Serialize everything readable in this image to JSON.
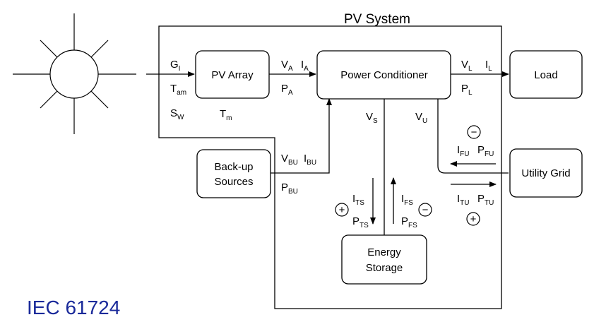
{
  "system_title": "PV System",
  "standard_label": "IEC 61724",
  "colors": {
    "standard_label": "#1a2a9a",
    "line": "#000000"
  },
  "blocks": {
    "pv_array": "PV Array",
    "power_conditioner": "Power Conditioner",
    "load": "Load",
    "utility_grid": "Utility Grid",
    "backup": [
      "Back-up",
      "Sources"
    ],
    "storage": [
      "Energy",
      "Storage"
    ]
  },
  "signals": {
    "g_i": [
      "G",
      "I"
    ],
    "t_am": [
      "T",
      "am"
    ],
    "s_w": [
      "S",
      "W"
    ],
    "t_m": [
      "T",
      "m"
    ],
    "v_a": [
      "V",
      "A"
    ],
    "i_a": [
      "I",
      "A"
    ],
    "p_a": [
      "P",
      "A"
    ],
    "v_l": [
      "V",
      "L"
    ],
    "i_l": [
      "I",
      "L"
    ],
    "p_l": [
      "P",
      "L"
    ],
    "v_s": [
      "V",
      "S"
    ],
    "v_u": [
      "V",
      "U"
    ],
    "v_bu": [
      "V",
      "BU"
    ],
    "i_bu": [
      "I",
      "BU"
    ],
    "p_bu": [
      "P",
      "BU"
    ],
    "i_ts": [
      "I",
      "TS"
    ],
    "p_ts": [
      "P",
      "TS"
    ],
    "i_fs": [
      "I",
      "FS"
    ],
    "p_fs": [
      "P",
      "FS"
    ],
    "i_fu": [
      "I",
      "FU"
    ],
    "p_fu": [
      "P",
      "FU"
    ],
    "i_tu": [
      "I",
      "TU"
    ],
    "p_tu": [
      "P",
      "TU"
    ]
  },
  "signs": {
    "plus": "+",
    "minus": "−"
  }
}
